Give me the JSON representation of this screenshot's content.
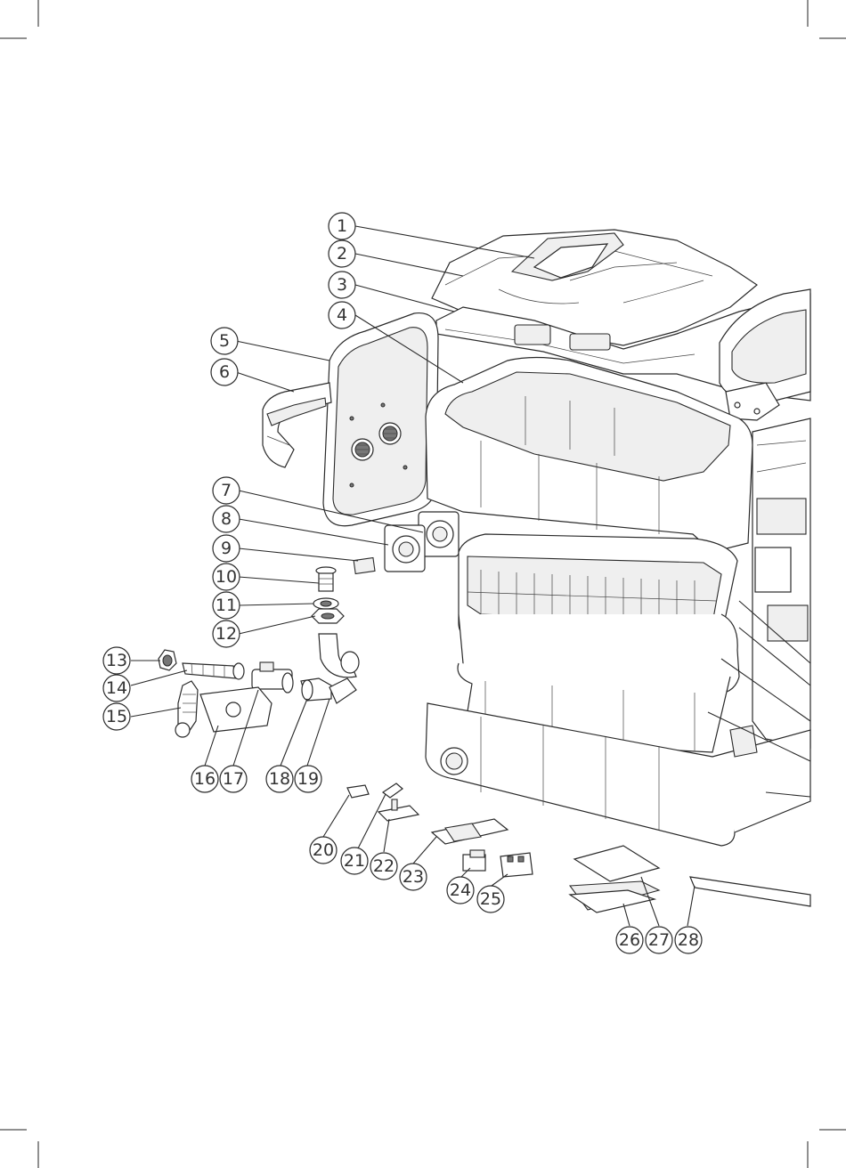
{
  "title": "",
  "part_numbers": [
    "1",
    "2",
    "3",
    "4",
    "5",
    "6",
    "7",
    "8",
    "9",
    "10",
    "11",
    "12",
    "13",
    "14",
    "15",
    "16",
    "17",
    "18",
    "19",
    "20",
    "21",
    "22",
    "23",
    "24",
    "25",
    "26",
    "27",
    "28"
  ],
  "colors": {
    "line": "#2a2a2a",
    "paper": "#ffffff",
    "fill_light": "#efefef",
    "fill_dark": "#777777"
  }
}
